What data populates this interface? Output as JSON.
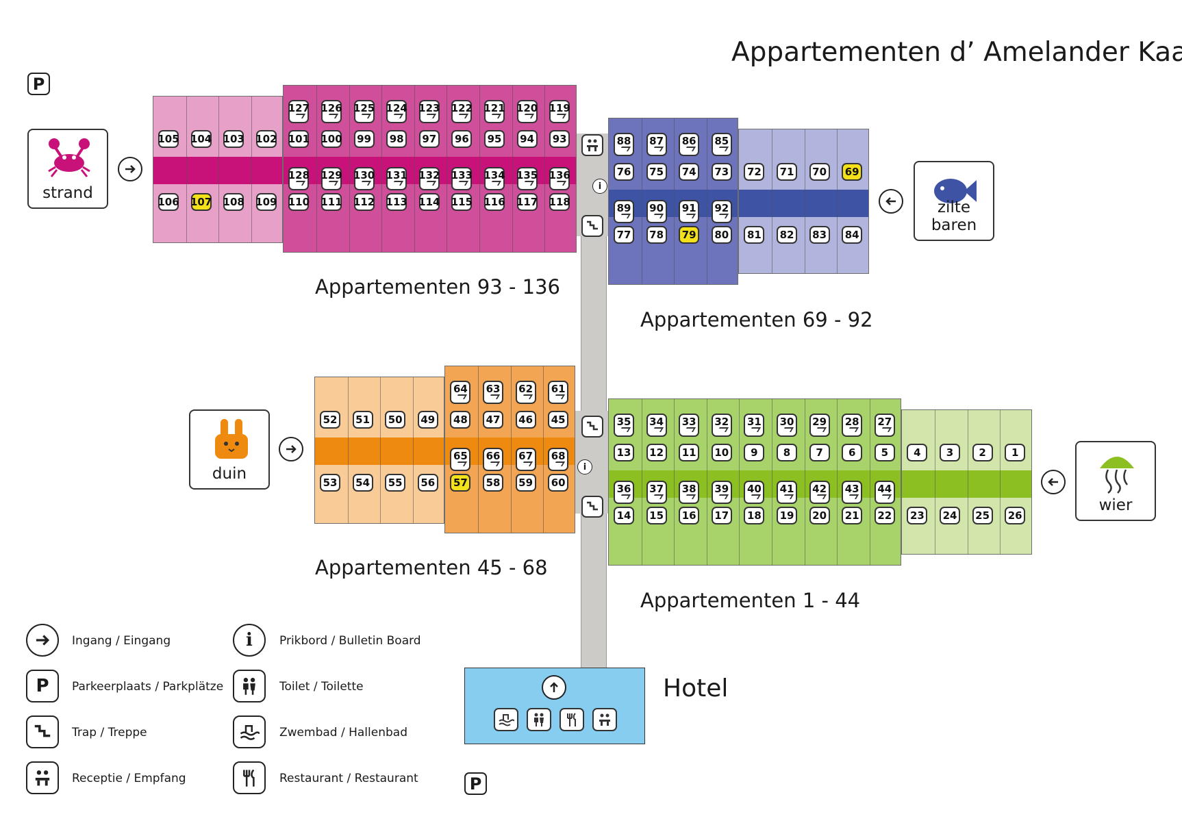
{
  "title": "Appartementen d’ Amelander Kaap",
  "wings": [
    {
      "label": "Appartementen 93 - 136",
      "color_light": "#e7a0c8",
      "color_dark": "#cf4f9b",
      "hall": "#c8127a",
      "light_top": [
        "105",
        "104",
        "103",
        "102"
      ],
      "light_bottom": [
        "106",
        "107",
        "108",
        "109"
      ],
      "dark_upper": [
        "127",
        "126",
        "125",
        "124",
        "123",
        "122",
        "121",
        "120",
        "119"
      ],
      "dark_top": [
        "101",
        "100",
        "99",
        "98",
        "97",
        "96",
        "95",
        "94",
        "93"
      ],
      "dark_lower": [
        "128",
        "129",
        "130",
        "131",
        "132",
        "133",
        "134",
        "135",
        "136"
      ],
      "dark_bottom": [
        "110",
        "111",
        "112",
        "113",
        "114",
        "115",
        "116",
        "117",
        "118"
      ]
    },
    {
      "label": "Appartementen 69 - 92",
      "color_light": "#b1b4dc",
      "color_dark": "#6d74bc",
      "hall": "#3e53a4",
      "dark_upper": [
        "88",
        "87",
        "86",
        "85"
      ],
      "dark_top": [
        "76",
        "75",
        "74",
        "73"
      ],
      "light_top": [
        "72",
        "71",
        "70",
        "69"
      ],
      "dark_lower": [
        "89",
        "90",
        "91",
        "92"
      ],
      "dark_bottom": [
        "77",
        "78",
        "79",
        "80"
      ],
      "light_bottom": [
        "81",
        "82",
        "83",
        "84"
      ]
    },
    {
      "label": "Appartementen 45 - 68",
      "color_light": "#f9cc97",
      "color_dark": "#f2a552",
      "hall": "#ef8a10",
      "light_top": [
        "52",
        "51",
        "50",
        "49"
      ],
      "light_bottom": [
        "53",
        "54",
        "55",
        "56"
      ],
      "dark_upper": [
        "64",
        "63",
        "62",
        "61"
      ],
      "dark_top": [
        "48",
        "47",
        "46",
        "45"
      ],
      "dark_lower": [
        "65",
        "66",
        "67",
        "68"
      ],
      "dark_bottom": [
        "57",
        "58",
        "59",
        "60"
      ]
    },
    {
      "label": "Appartementen 1 - 44",
      "color_light": "#d2e6ac",
      "color_dark": "#a8d36a",
      "hall": "#8cbf22",
      "dark_upper": [
        "35",
        "34",
        "33",
        "32",
        "31",
        "30",
        "29",
        "28",
        "27"
      ],
      "dark_top": [
        "13",
        "12",
        "11",
        "10",
        "9",
        "8",
        "7",
        "6",
        "5"
      ],
      "light_top": [
        "4",
        "3",
        "2",
        "1"
      ],
      "dark_lower": [
        "36",
        "37",
        "38",
        "39",
        "40",
        "41",
        "42",
        "43",
        "44"
      ],
      "dark_bottom": [
        "14",
        "15",
        "16",
        "17",
        "18",
        "19",
        "20",
        "21",
        "22"
      ],
      "light_bottom": [
        "23",
        "24",
        "25",
        "26"
      ]
    }
  ],
  "highlighted_rooms": [
    "107",
    "69",
    "79",
    "57"
  ],
  "signs": {
    "strand": "strand",
    "zilte": "zilte baren",
    "duin": "duin",
    "wier": "wier"
  },
  "hotel": {
    "label": "Hotel"
  },
  "legend": [
    {
      "icon": "entrance-arrow-icon",
      "text": "Ingang / Eingang"
    },
    {
      "icon": "parking-icon",
      "text": "Parkeerplaats / Parkplätze"
    },
    {
      "icon": "stairs-icon",
      "text": "Trap / Treppe"
    },
    {
      "icon": "reception-icon",
      "text": "Receptie / Empfang"
    },
    {
      "icon": "info-icon",
      "text": "Prikbord / Bulletin Board"
    },
    {
      "icon": "toilet-icon",
      "text": "Toilet / Toilette"
    },
    {
      "icon": "pool-icon",
      "text": "Zwembad / Hallenbad"
    },
    {
      "icon": "restaurant-icon",
      "text": "Restaurant / Restaurant"
    }
  ],
  "parking_symbol": "P",
  "info_symbol": "i"
}
